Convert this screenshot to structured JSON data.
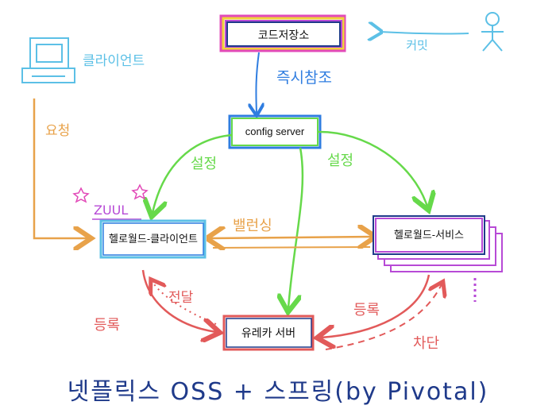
{
  "nodes": {
    "code_repo": "코드저장소",
    "config_server": "config server",
    "hello_client": "헬로월드-클라이언트",
    "hello_service": "헬로월드-서비스",
    "eureka_server": "유레카 서버"
  },
  "actors": {
    "client": "클라이언트"
  },
  "edges": {
    "commit": "커밋",
    "instant_ref": "즉시참조",
    "request": "요청",
    "config_left": "설정",
    "config_right": "설정",
    "balancing": "밸런싱",
    "deliver": "전달",
    "register_left": "등록",
    "register_right": "등록",
    "block": "차단",
    "client_tag": "ZUUL"
  },
  "footer": {
    "caption": "넷플릭스 OSS + 스프링(by Pivotal)"
  },
  "colors": {
    "blue": "#2f7de0",
    "green": "#66d94a",
    "orange": "#e8a24a",
    "red": "#e25a5a",
    "purple": "#b74ad6",
    "cyan": "#5cc0e6",
    "pink": "#e24ab8",
    "navy": "#1f3a8a"
  }
}
